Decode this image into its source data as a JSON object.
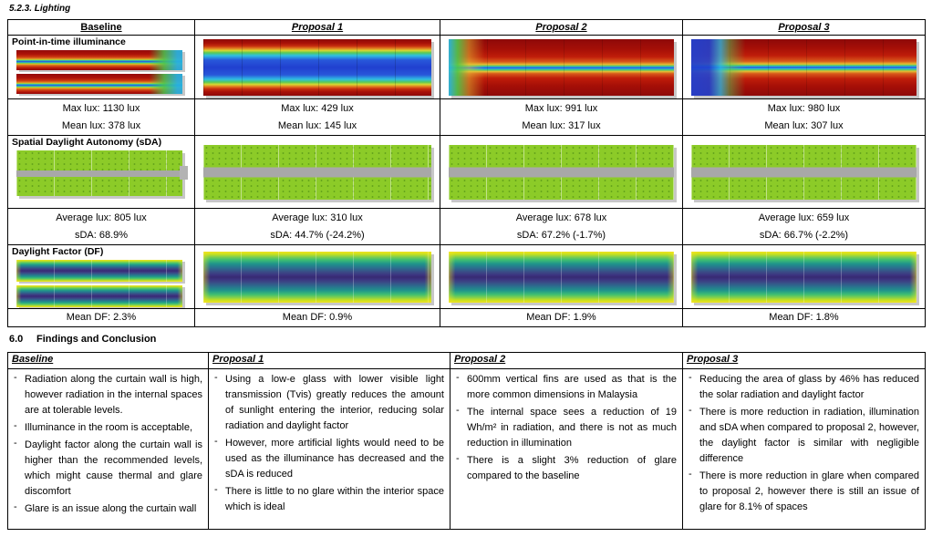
{
  "doc": {
    "section_lighting": "5.2.3. Lighting",
    "findings_number": "6.0",
    "findings_title": "Findings and Conclusion"
  },
  "lighting": {
    "headers": [
      "Baseline",
      "Proposal 1",
      "Proposal 2",
      "Proposal 3"
    ],
    "row_labels": [
      "Point-in-time illuminance",
      "Spatial Daylight Autonomy (sDA)",
      "Daylight Factor (DF)"
    ],
    "illuminance_metrics": [
      [
        "Max lux: 1130 lux",
        "Mean lux: 378 lux"
      ],
      [
        "Max lux: 429 lux",
        "Mean lux: 145 lux"
      ],
      [
        "Max lux: 991 lux",
        "Mean lux: 317 lux"
      ],
      [
        "Max lux: 980 lux",
        "Mean lux: 307 lux"
      ]
    ],
    "sda_metrics": [
      [
        "Average lux: 805 lux",
        "sDA: 68.9%"
      ],
      [
        "Average lux: 310 lux",
        "sDA: 44.7% (-24.2%)"
      ],
      [
        "Average lux: 678 lux",
        "sDA: 67.2% (-1.7%)"
      ],
      [
        "Average lux: 659 lux",
        "sDA: 66.7% (-2.2%)"
      ]
    ],
    "df_metrics": [
      [
        "Mean DF: 2.3%"
      ],
      [
        "Mean DF: 0.9%"
      ],
      [
        "Mean DF: 1.9%"
      ],
      [
        "Mean DF: 1.8%"
      ]
    ],
    "palette": {
      "illuminance_scale": [
        "#2140cf",
        "#2bb7e2",
        "#49c46a",
        "#e3c235",
        "#d8581b",
        "#a60f07",
        "#8e0909"
      ],
      "sda_floor": "#8ccb28",
      "sda_corridor": "#a8a8a8",
      "df_scale": [
        "#f2e321",
        "#3fbf71",
        "#1f948b",
        "#2b6f8e",
        "#372a72"
      ]
    }
  },
  "findings": {
    "headers": [
      "Baseline",
      "Proposal 1",
      "Proposal 2",
      "Proposal 3"
    ],
    "bullets": [
      [
        "Radiation along the curtain wall is high, however radiation in the internal spaces are at tolerable levels.",
        "Illuminance in the room is acceptable,",
        "Daylight factor along the curtain wall is higher than the recommended levels, which might cause thermal and glare discomfort",
        "Glare is an issue along the curtain wall"
      ],
      [
        "Using a low-e glass with lower visible light transmission (Tvis) greatly reduces the amount of sunlight entering the interior, reducing solar radiation and daylight factor",
        "However, more artificial lights would need to be used as the illuminance has decreased and the sDA is reduced",
        "There is little to no glare within the interior space which is ideal"
      ],
      [
        "600mm vertical fins are used as that is the more common dimensions in Malaysia",
        "The internal space sees a reduction of 19 Wh/m² in radiation, and there is not as much reduction in illumination",
        "There is a slight 3% reduction of glare compared to the baseline"
      ],
      [
        "Reducing the area of glass by 46% has reduced the solar radiation and daylight factor",
        "There is more reduction in radiation, illumination and sDA when compared to proposal 2, however, the daylight factor is similar with negligible difference",
        "There is more reduction in glare when compared to proposal 2, however there is still an issue of glare for 8.1% of spaces"
      ]
    ]
  }
}
